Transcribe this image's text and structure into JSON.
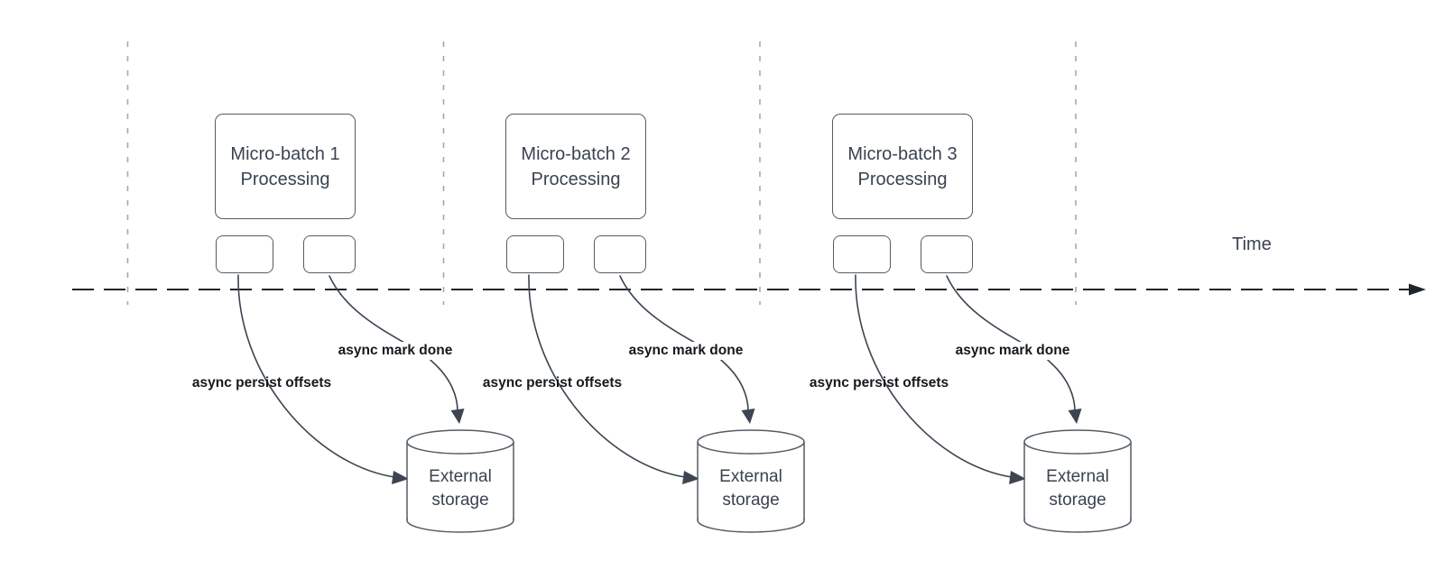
{
  "colors": {
    "background": "#ffffff",
    "shape-stroke": "#545c66",
    "edge-stroke": "#3c4550",
    "node-text": "#3a4350",
    "label-text": "#15181d",
    "divider": "#a8a8a8",
    "timeline": "#20252c"
  },
  "diagram": {
    "time_label": "Time",
    "groups": [
      {
        "title_line1": "Micro-batch 1",
        "title_line2": "Processing",
        "persist_label": "async persist offsets",
        "done_label": "async mark done",
        "storage_line1": "External",
        "storage_line2": "storage"
      },
      {
        "title_line1": "Micro-batch 2",
        "title_line2": "Processing",
        "persist_label": "async persist offsets",
        "done_label": "async mark done",
        "storage_line1": "External",
        "storage_line2": "storage"
      },
      {
        "title_line1": "Micro-batch 3",
        "title_line2": "Processing",
        "persist_label": "async persist offsets",
        "done_label": "async mark done",
        "storage_line1": "External",
        "storage_line2": "storage"
      }
    ]
  }
}
